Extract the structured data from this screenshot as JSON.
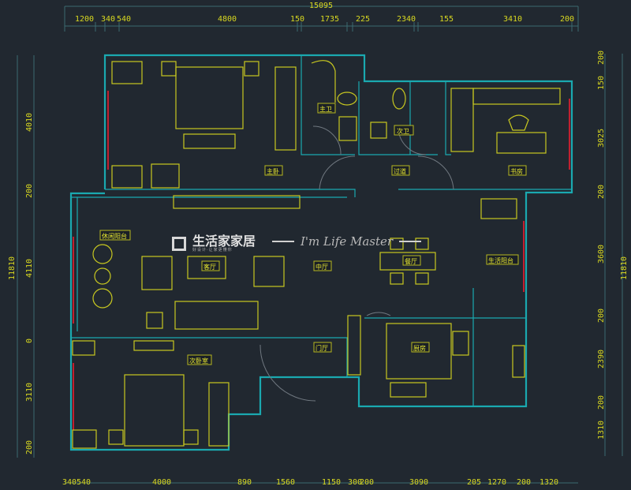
{
  "plan": {
    "top_total": "15095",
    "top_dims": [
      "1200",
      "340",
      "540",
      "4800",
      "150",
      "1735",
      "225",
      "2340",
      "155",
      "3410",
      "200"
    ],
    "bottom_dims": [
      "340",
      "540",
      "4000",
      "890",
      "1560",
      "1150",
      "300",
      "200",
      "3090",
      "205",
      "1270",
      "200",
      "1320"
    ],
    "left_total": "11810",
    "left_dims": [
      "4010",
      "200",
      "4110",
      "0",
      "3110",
      "200"
    ],
    "right_total": "11810",
    "right_dims": [
      "200",
      "150",
      "3025",
      "200",
      "3600",
      "200",
      "2390",
      "200",
      "1310"
    ],
    "rooms": {
      "master_bath": "主卫",
      "second_bath": "次卫",
      "master_bedroom": "主卧",
      "corridor": "过道",
      "study": "书房",
      "leisure_balcony": "休闲阳台",
      "living_room": "客厅",
      "middle_hall": "中厅",
      "dining_room": "餐厅",
      "service_balcony": "生活阳台",
      "foyer": "门厅",
      "kitchen": "厨房",
      "second_bedroom": "次卧室"
    }
  },
  "watermark": {
    "brand": "生活家家居",
    "slogan": "好设计·让家更懂你",
    "tagline": "I'm Life Master"
  },
  "colors": {
    "background": "#212830",
    "wall": "#1aa9b0",
    "furniture": "#c8c820",
    "text": "#e8e830",
    "window": "#c02030"
  }
}
